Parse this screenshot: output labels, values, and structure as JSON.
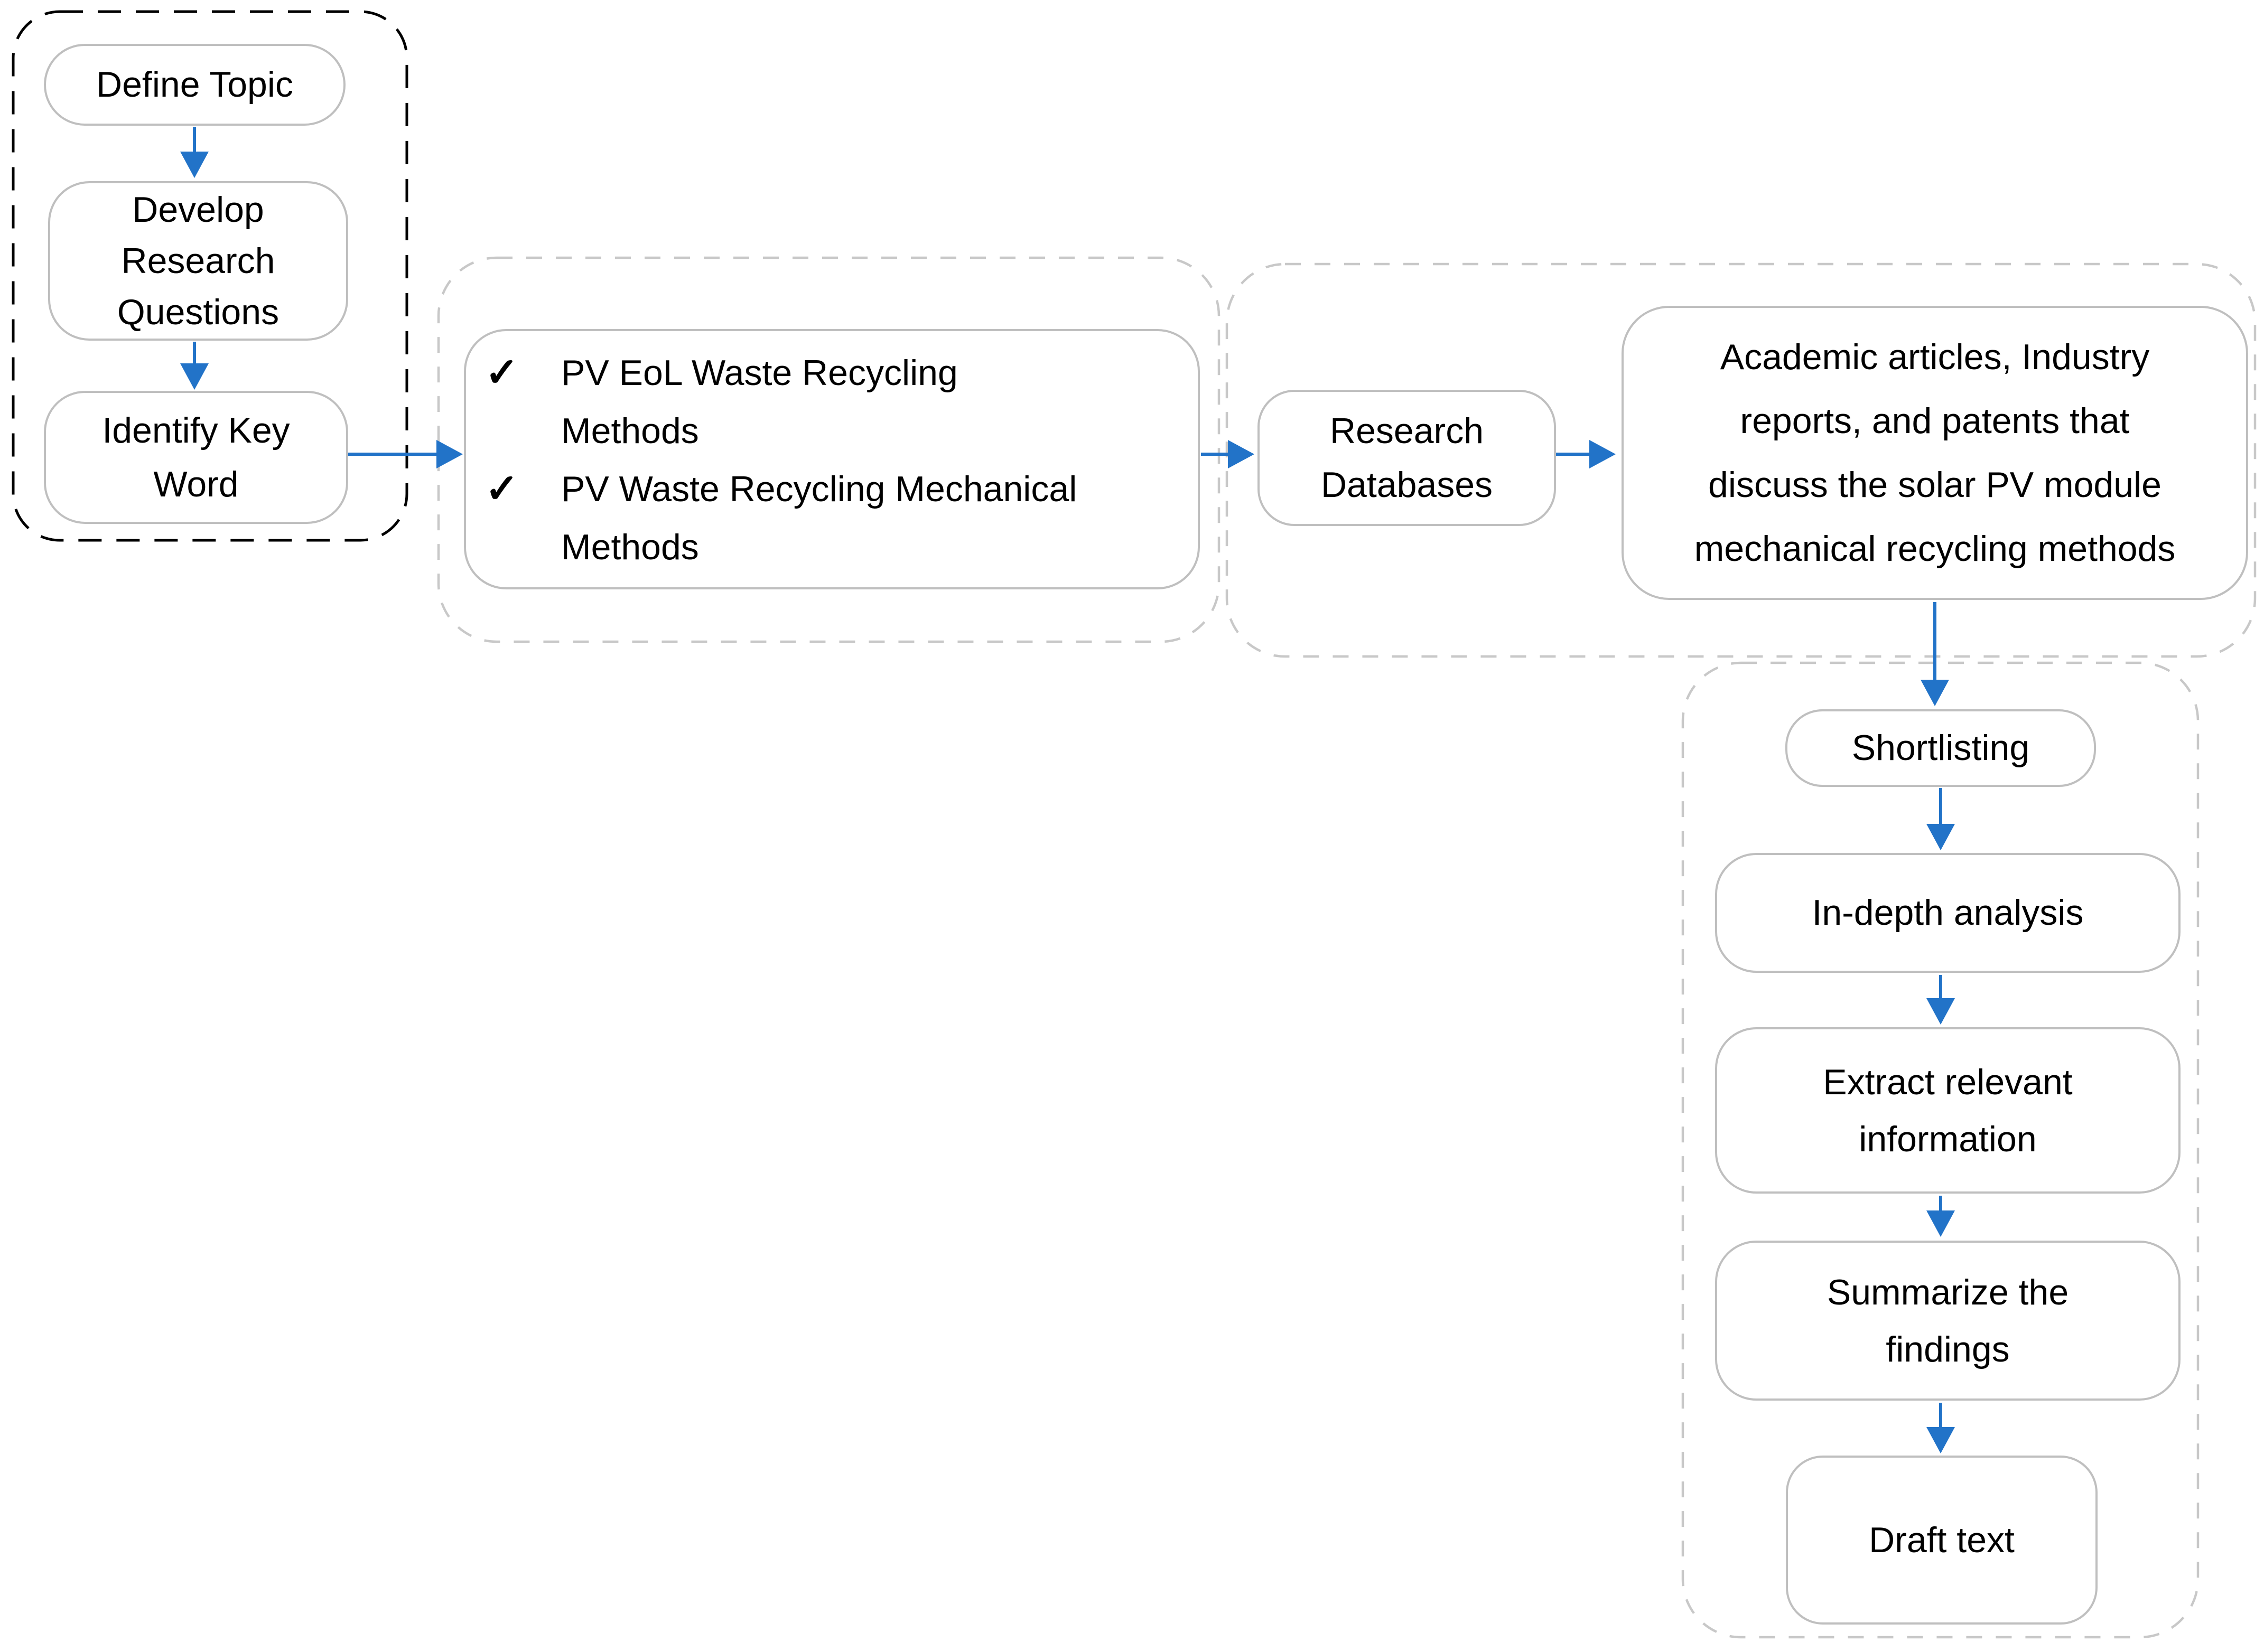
{
  "colors": {
    "arrow": "#2273C8",
    "box-border": "#BFBFBF",
    "group-border": "#C8C8C8",
    "black-border": "#000000",
    "text": "#000000",
    "background": "#FFFFFF"
  },
  "planning_group": {
    "define_topic": "Define Topic",
    "develop_research_questions": "Develop\nResearch\nQuestions",
    "identify_key_word": "Identify Key\nWord"
  },
  "keywords_group": {
    "checkmark": "✓",
    "items": [
      {
        "label": "PV EoL Waste Recycling\nMethods"
      },
      {
        "label": "PV Waste Recycling Mechanical\nMethods"
      }
    ]
  },
  "search_group": {
    "research_databases": "Research\nDatabases",
    "sources_description": "Academic articles, Industry\nreports, and patents that\ndiscuss the solar PV module\nmechanical recycling methods"
  },
  "analysis_group": {
    "shortlisting": "Shortlisting",
    "in_depth_analysis": "In-depth analysis",
    "extract_information": "Extract relevant\ninformation",
    "summarize_findings": "Summarize the\nfindings",
    "draft_text": "Draft text"
  }
}
